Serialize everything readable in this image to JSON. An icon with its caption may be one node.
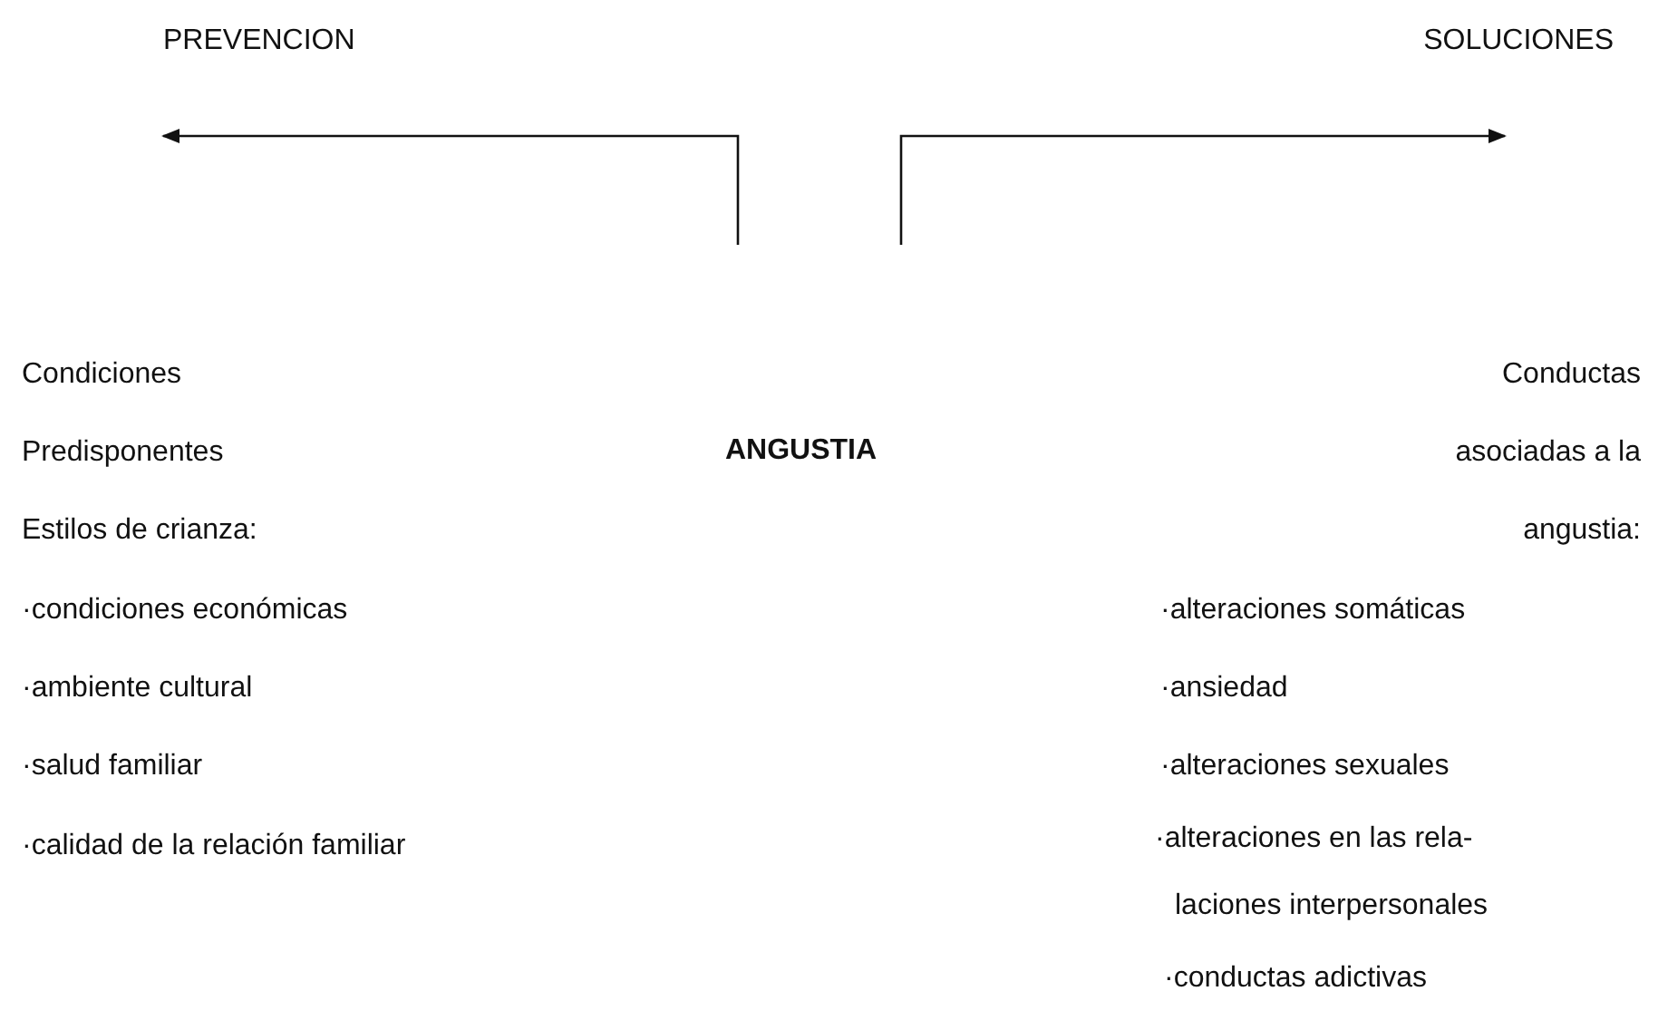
{
  "diagram": {
    "nodes": [
      {
        "text": [
          "PREVENCION"
        ]
      },
      {
        "text": [
          "SOLUCIONES"
        ]
      },
      {
        "text": [
          "ANGUSTIA"
        ]
      }
    ],
    "edges": [
      {
        "from": null,
        "to": 0,
        "arrow": "to"
      },
      {
        "from": null,
        "to": 1,
        "arrow": "to"
      }
    ],
    "labels": [
      "Condiciones",
      "Conductas",
      "Predisponentes",
      "asociadas a la",
      "Estilos de crianza:",
      "angustia:",
      "·condiciones económicas",
      "·alteraciones somáticas",
      "·ambiente cultural",
      "·ansiedad",
      "·salud familiar",
      "·alteraciones sexuales",
      "·calidad de la relación familiar",
      "·alteraciones en las rela-",
      "laciones interpersonales",
      "·conductas adictivas"
    ]
  }
}
